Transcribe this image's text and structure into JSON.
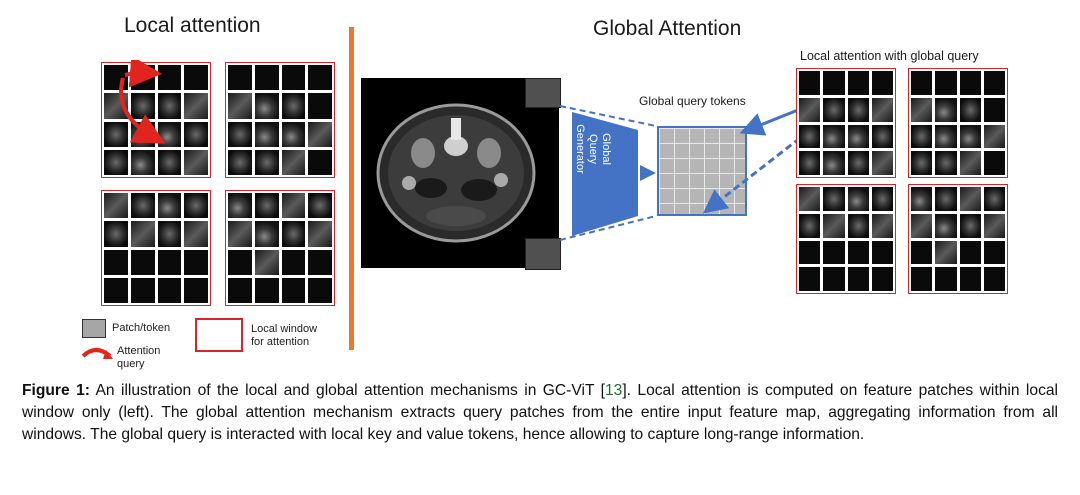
{
  "figure": {
    "local_title": "Local attention",
    "global_title": "Global Attention",
    "local_global_query_title": "Local attention with global query",
    "global_query_tokens_label": "Global query tokens",
    "generator_label": "Global Query Generator",
    "legend": {
      "patch_token": "Patch/token",
      "attention_query_line1": "Attention",
      "attention_query_line2": "query",
      "local_window_line1": "Local window",
      "local_window_line2": "for attention"
    },
    "colors": {
      "window_border": "#d8242a",
      "divider": "#e87a2e",
      "generator": "#4472c4",
      "arrow": "#4472c4",
      "token_grid": "#b5b5b5"
    }
  },
  "caption": {
    "label": "Figure 1:",
    "text_before_ref": " An illustration of the local and global attention mechanisms in GC-ViT [",
    "ref": "13",
    "text_after_ref": "]. Local attention is computed on feature patches within local window only (left). The global attention mechanism extracts query patches from the entire input feature map, aggregating information from all windows. The global query is interacted with local key and value tokens, hence allowing to capture long-range information."
  }
}
